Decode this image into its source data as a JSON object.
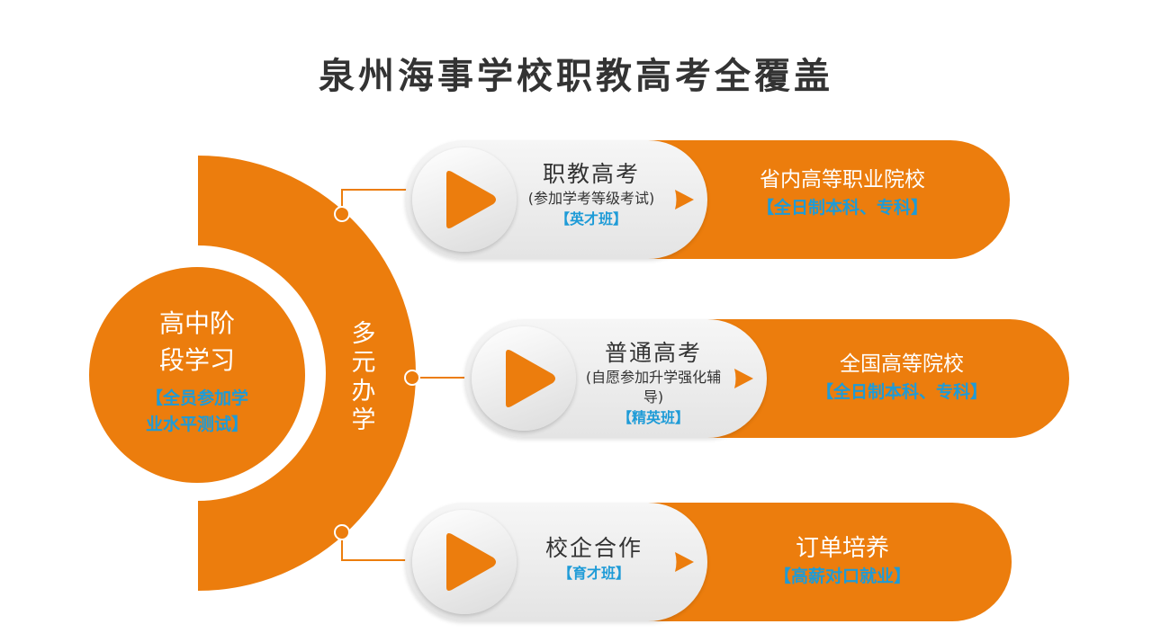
{
  "title": "泉州海事学校职教高考全覆盖",
  "colors": {
    "orange": "#ec7d0d",
    "blue_text": "#1e9bd7",
    "title_gray": "#333333"
  },
  "center": {
    "title_line1": "高中阶",
    "title_line2": "段学习",
    "note_line1": "【全员参加学",
    "note_line2": "业水平测试】"
  },
  "arc": {
    "char1": "多",
    "char2": "元",
    "char3": "办",
    "char4": "学"
  },
  "branches": [
    {
      "icon": "play-icon",
      "title": "职教高考",
      "subtitle": "(参加学考等级考试)",
      "tag": "【英才班】",
      "outcome": "省内高等职业院校",
      "outcome_tag": "【全日制本科、专科】"
    },
    {
      "icon": "play-icon",
      "title": "普通高考",
      "subtitle": "(自愿参加升学强化辅导)",
      "tag": "【精英班】",
      "outcome": "全国高等院校",
      "outcome_tag": "【全日制本科、专科】"
    },
    {
      "icon": "play-icon",
      "title": "校企合作",
      "tag": "【育才班】",
      "outcome": "订单培养",
      "outcome_tag": "【高薪对口就业】"
    }
  ]
}
